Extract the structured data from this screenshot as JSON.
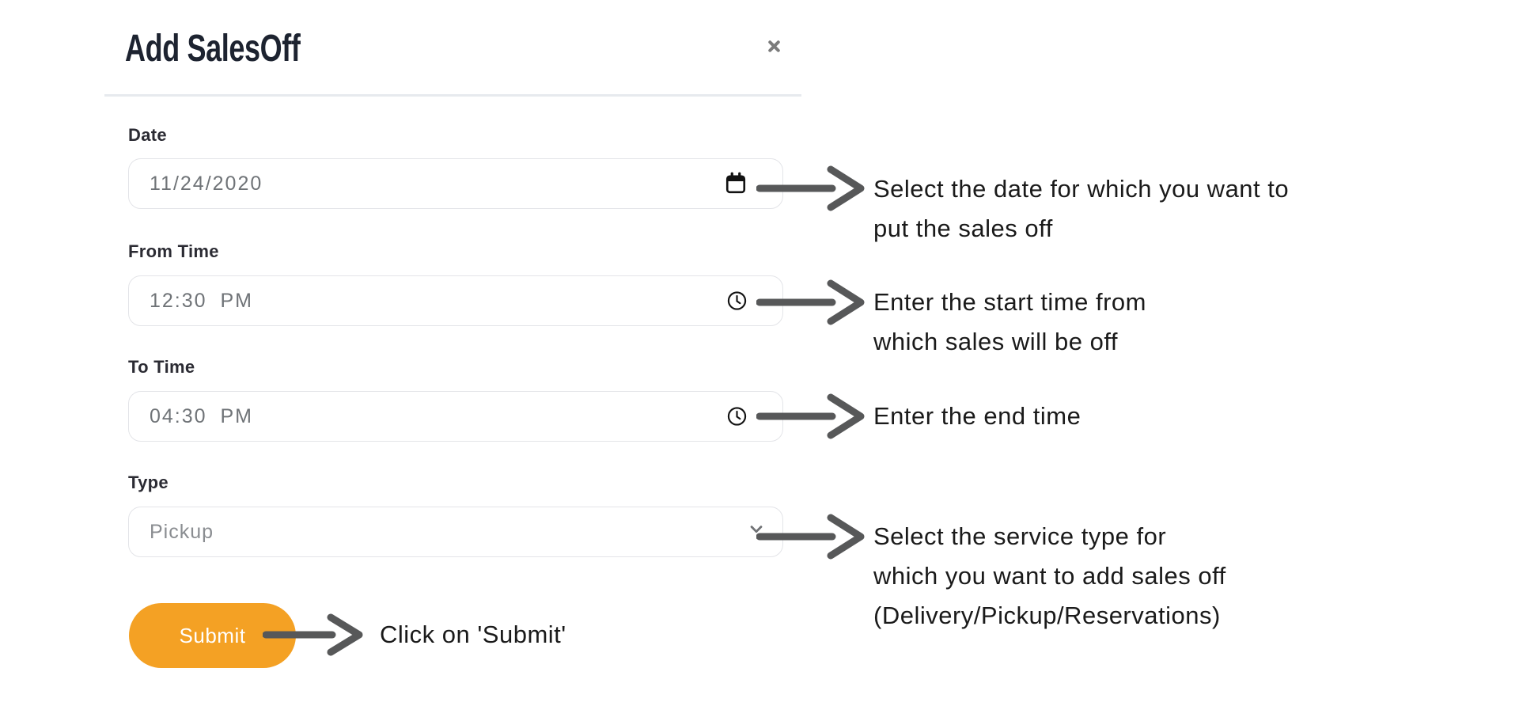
{
  "modal": {
    "title": "Add SalesOff",
    "fields": [
      {
        "label": "Date",
        "value": "11/24/2020",
        "icon": "calendar-icon"
      },
      {
        "label": "From Time",
        "value": "12:30 PM",
        "icon": "clock-icon"
      },
      {
        "label": "To Time",
        "value": "04:30 PM",
        "icon": "clock-icon"
      },
      {
        "label": "Type",
        "value": "Pickup",
        "icon": "chevron-down-icon"
      }
    ],
    "submit_label": "Submit"
  },
  "annotations": [
    {
      "lines": [
        "Select the date for which you want to",
        "put the sales off"
      ]
    },
    {
      "lines": [
        "Enter the start time from",
        "which sales will be off"
      ]
    },
    {
      "lines": [
        "Enter the end time"
      ]
    },
    {
      "lines": [
        "Select the service type for",
        "which you want to add sales off",
        "(Delivery/Pickup/Reservations)"
      ]
    },
    {
      "lines": [
        "Click on 'Submit'"
      ]
    }
  ],
  "colors": {
    "accent": "#F4A124",
    "arrow": "#575859",
    "title": "#1D2330",
    "label": "#2B2B33",
    "input_text": "#6F7377",
    "placeholder_text": "#8A8D91",
    "input_border": "#E3E4E8",
    "divider": "#E7EAEE",
    "close_icon": "#7B7B7B",
    "annotation_text": "#1A1A1A"
  }
}
